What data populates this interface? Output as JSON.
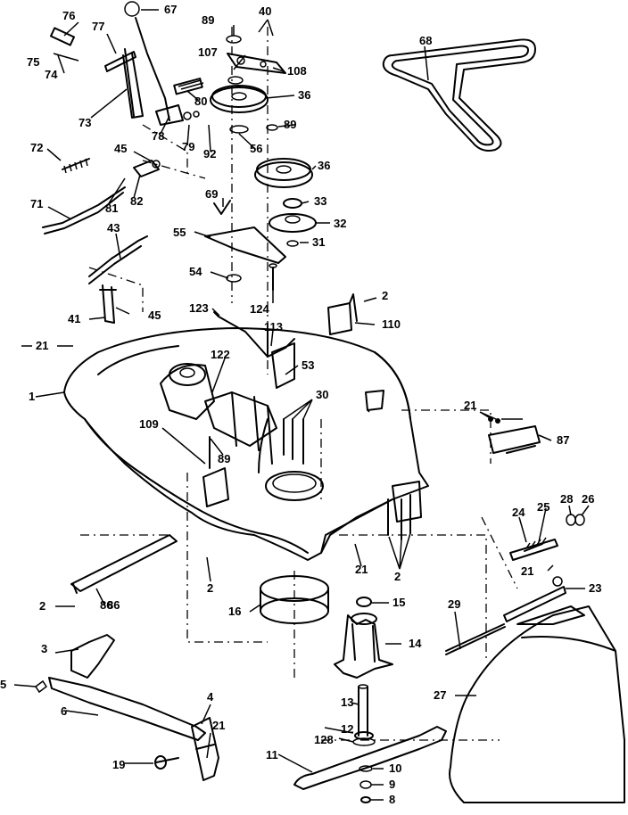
{
  "labels": [
    "76",
    "67",
    "89",
    "40",
    "77",
    "75",
    "74",
    "107",
    "108",
    "68",
    "36",
    "80",
    "89",
    "73",
    "78",
    "79",
    "92",
    "56",
    "72",
    "45",
    "36",
    "33",
    "82",
    "81",
    "69",
    "32",
    "31",
    "71",
    "55",
    "43",
    "54",
    "2",
    "124",
    "110",
    "41",
    "45",
    "123",
    "113",
    "21",
    "122",
    "53",
    "1",
    "30",
    "21",
    "86",
    "109",
    "89",
    "87",
    "28",
    "26",
    "24",
    "25",
    "21",
    "2",
    "2",
    "21",
    "16",
    "15",
    "23",
    "2",
    "86",
    "29",
    "3",
    "14",
    "5",
    "27",
    "4",
    "6",
    "13",
    "12",
    "128",
    "21",
    "19",
    "11",
    "10",
    "9",
    "8"
  ]
}
